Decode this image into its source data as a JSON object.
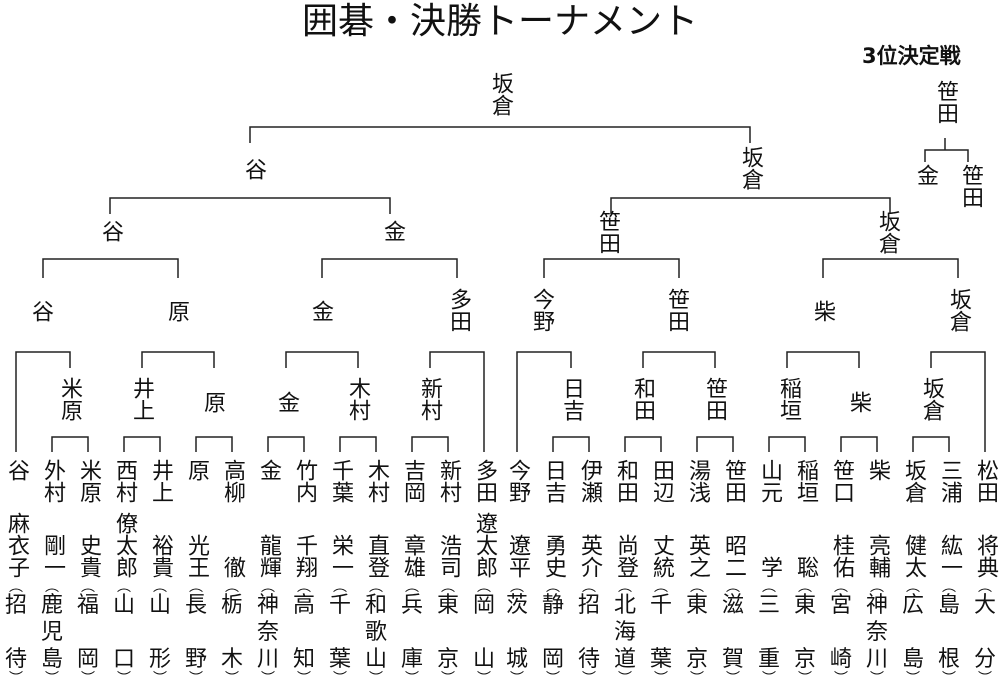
{
  "title": "囲碁・決勝トーナメント",
  "third_place": {
    "title": "3位決定戦",
    "winner": "笹田",
    "players": [
      "金",
      "笹田"
    ]
  },
  "bracket": {
    "champion": "坂倉",
    "semis": [
      "谷",
      "坂倉"
    ],
    "round4": [
      "谷",
      "金",
      "笹田",
      "坂倉"
    ],
    "round3": [
      "谷",
      "原",
      "金",
      "多田",
      "今野",
      "笹田",
      "柴",
      "坂倉"
    ],
    "round2": [
      "米原",
      "井上",
      "原",
      "金",
      "木村",
      "新村",
      "日吉",
      "和田",
      "笹田",
      "稲垣",
      "柴",
      "坂倉"
    ]
  },
  "players": [
    {
      "surname": "谷",
      "given": "麻衣子",
      "pref": [
        "招",
        "待"
      ]
    },
    {
      "surname": "外村",
      "given": "剛一",
      "pref": [
        "鹿",
        "児",
        "島"
      ]
    },
    {
      "surname": "米原",
      "given": "史貴",
      "pref": [
        "福",
        "岡"
      ]
    },
    {
      "surname": "西村",
      "given": "僚太郎",
      "pref": [
        "山",
        "口"
      ]
    },
    {
      "surname": "井上",
      "given": "裕貴",
      "pref": [
        "山",
        "形"
      ]
    },
    {
      "surname": "原",
      "given": "光王",
      "pref": [
        "長",
        "野"
      ]
    },
    {
      "surname": "高柳",
      "given": "徹",
      "pref": [
        "栃",
        "木"
      ]
    },
    {
      "surname": "金",
      "given": "龍輝",
      "pref": [
        "神",
        "奈",
        "川"
      ]
    },
    {
      "surname": "竹内",
      "given": "千翔",
      "pref": [
        "高",
        "知"
      ]
    },
    {
      "surname": "千葉",
      "given": "栄一",
      "pref": [
        "千",
        "葉"
      ]
    },
    {
      "surname": "木村",
      "given": "直登",
      "pref": [
        "和",
        "歌",
        "山"
      ]
    },
    {
      "surname": "吉岡",
      "given": "章雄",
      "pref": [
        "兵",
        "庫"
      ]
    },
    {
      "surname": "新村",
      "given": "浩司",
      "pref": [
        "東",
        "京"
      ]
    },
    {
      "surname": "多田",
      "given": "遼太郎",
      "pref": [
        "岡",
        "山"
      ]
    },
    {
      "surname": "今野",
      "given": "遼平",
      "pref": [
        "茨",
        "城"
      ]
    },
    {
      "surname": "日吉",
      "given": "勇史",
      "pref": [
        "静",
        "岡"
      ]
    },
    {
      "surname": "伊瀬",
      "given": "英介",
      "pref": [
        "招",
        "待"
      ]
    },
    {
      "surname": "和田",
      "given": "尚登",
      "pref": [
        "北",
        "海",
        "道"
      ]
    },
    {
      "surname": "田辺",
      "given": "丈統",
      "pref": [
        "千",
        "葉"
      ]
    },
    {
      "surname": "湯浅",
      "given": "英之",
      "pref": [
        "東",
        "京"
      ]
    },
    {
      "surname": "笹田",
      "given": "昭二",
      "pref": [
        "滋",
        "賀"
      ]
    },
    {
      "surname": "山元",
      "given": "学",
      "pref": [
        "三",
        "重"
      ]
    },
    {
      "surname": "稲垣",
      "given": "聡",
      "pref": [
        "東",
        "京"
      ]
    },
    {
      "surname": "笹口",
      "given": "桂佑",
      "pref": [
        "宮",
        "崎"
      ]
    },
    {
      "surname": "柴",
      "given": "亮輔",
      "pref": [
        "神",
        "奈",
        "川"
      ]
    },
    {
      "surname": "坂倉",
      "given": "健太",
      "pref": [
        "広",
        "島"
      ]
    },
    {
      "surname": "三浦",
      "given": "紘一",
      "pref": [
        "島",
        "根"
      ]
    },
    {
      "surname": "松田",
      "given": "将典",
      "pref": [
        "大",
        "分"
      ]
    }
  ]
}
